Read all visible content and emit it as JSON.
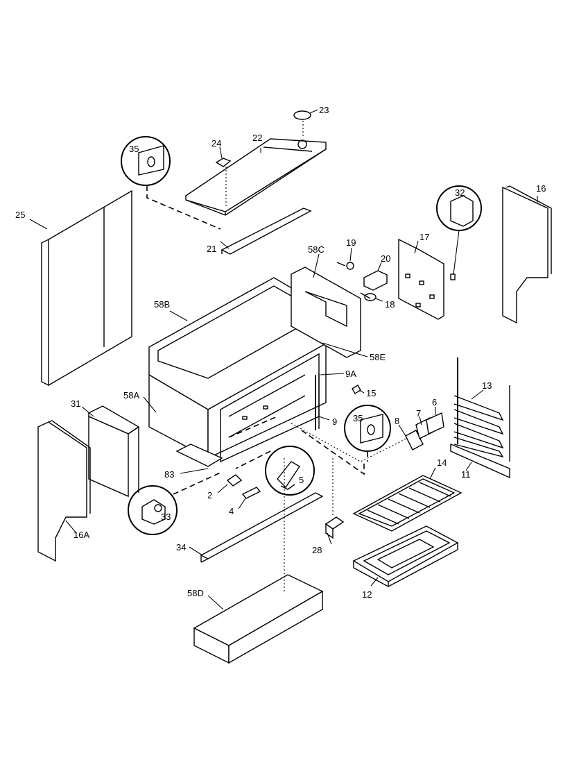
{
  "labels": {
    "p23": "23",
    "p24": "24",
    "p22": "22",
    "p35a": "35",
    "p21": "21",
    "p25": "25",
    "p32": "32",
    "p16": "16",
    "p19": "19",
    "p58c": "58C",
    "p17": "17",
    "p20": "20",
    "p18": "18",
    "p58b": "58B",
    "p58e": "58E",
    "p9a": "9A",
    "p15": "15",
    "p58a": "58A",
    "p31": "31",
    "p35b": "35",
    "p13": "13",
    "p9": "9",
    "p8": "8",
    "p7": "7",
    "p6": "6",
    "p83": "83",
    "p5": "5",
    "p2": "2",
    "p14": "14",
    "p11": "11",
    "p4": "4",
    "p33": "33",
    "p16a": "16A",
    "p28": "28",
    "p34": "34",
    "p12": "12",
    "p58d": "58D"
  }
}
